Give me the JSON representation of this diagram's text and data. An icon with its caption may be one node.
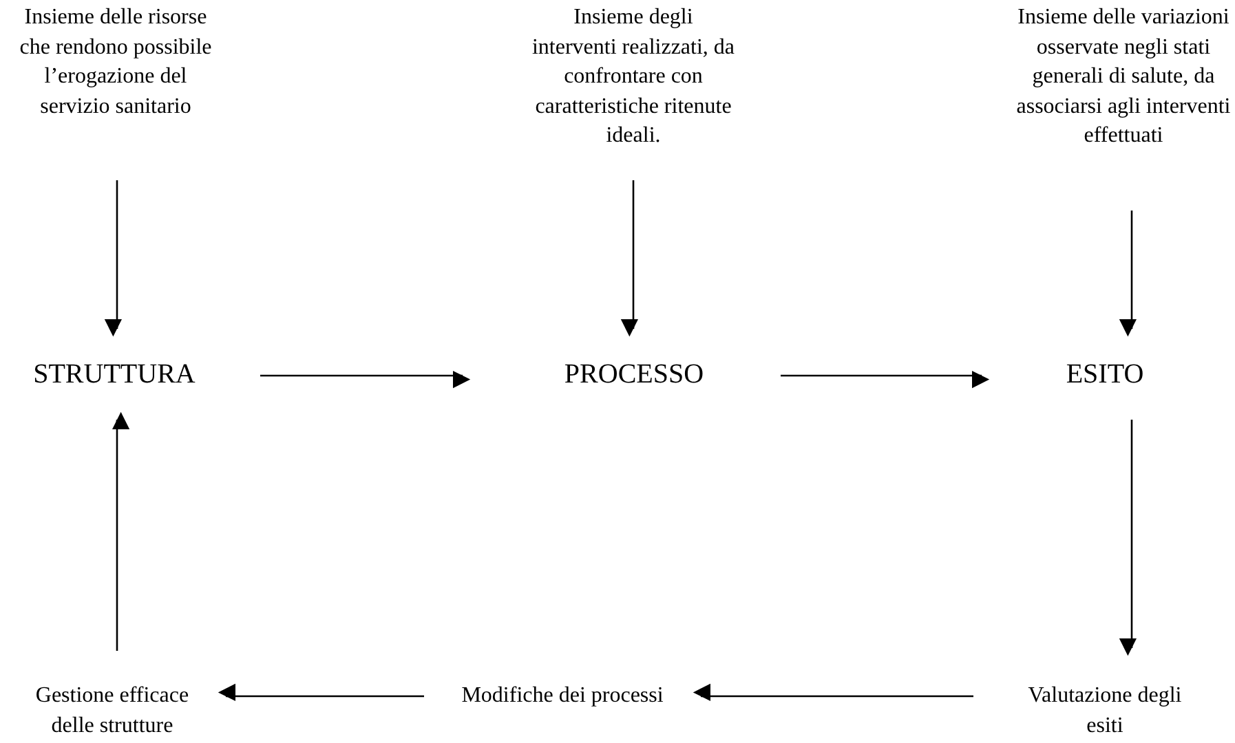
{
  "diagram": {
    "nodes": [
      {
        "text": [
          "Insieme delle risorse che rendono possibile l’erogazione del servizio sanitario"
        ]
      },
      {
        "text": [
          "Insieme degli interventi realizzati, da confrontare con caratteristiche ritenute ideali."
        ]
      },
      {
        "text": [
          "Insieme delle variazioni osservate negli stati generali di salute, da associarsi agli interventi effettuati"
        ]
      },
      {
        "text": [
          "STRUTTURA"
        ]
      },
      {
        "text": [
          "PROCESSO"
        ]
      },
      {
        "text": [
          "ESITO"
        ]
      },
      {
        "text": [
          "Gestione efficace delle strutture"
        ]
      },
      {
        "text": [
          "Modifiche dei processi"
        ]
      },
      {
        "text": [
          "Valutazione degli esiti"
        ]
      }
    ],
    "edges": [
      {
        "from": 0,
        "to": 3,
        "arrow": "to"
      },
      {
        "from": 1,
        "to": 4,
        "arrow": "to"
      },
      {
        "from": 2,
        "to": 5,
        "arrow": "to"
      },
      {
        "from": 3,
        "to": 4,
        "arrow": "to"
      },
      {
        "from": 4,
        "to": 5,
        "arrow": "to"
      },
      {
        "from": 5,
        "to": 8,
        "arrow": "to"
      },
      {
        "from": 8,
        "to": 7,
        "arrow": "to"
      },
      {
        "from": 7,
        "to": 6,
        "arrow": "to"
      },
      {
        "from": 6,
        "to": 3,
        "arrow": "to"
      }
    ]
  }
}
